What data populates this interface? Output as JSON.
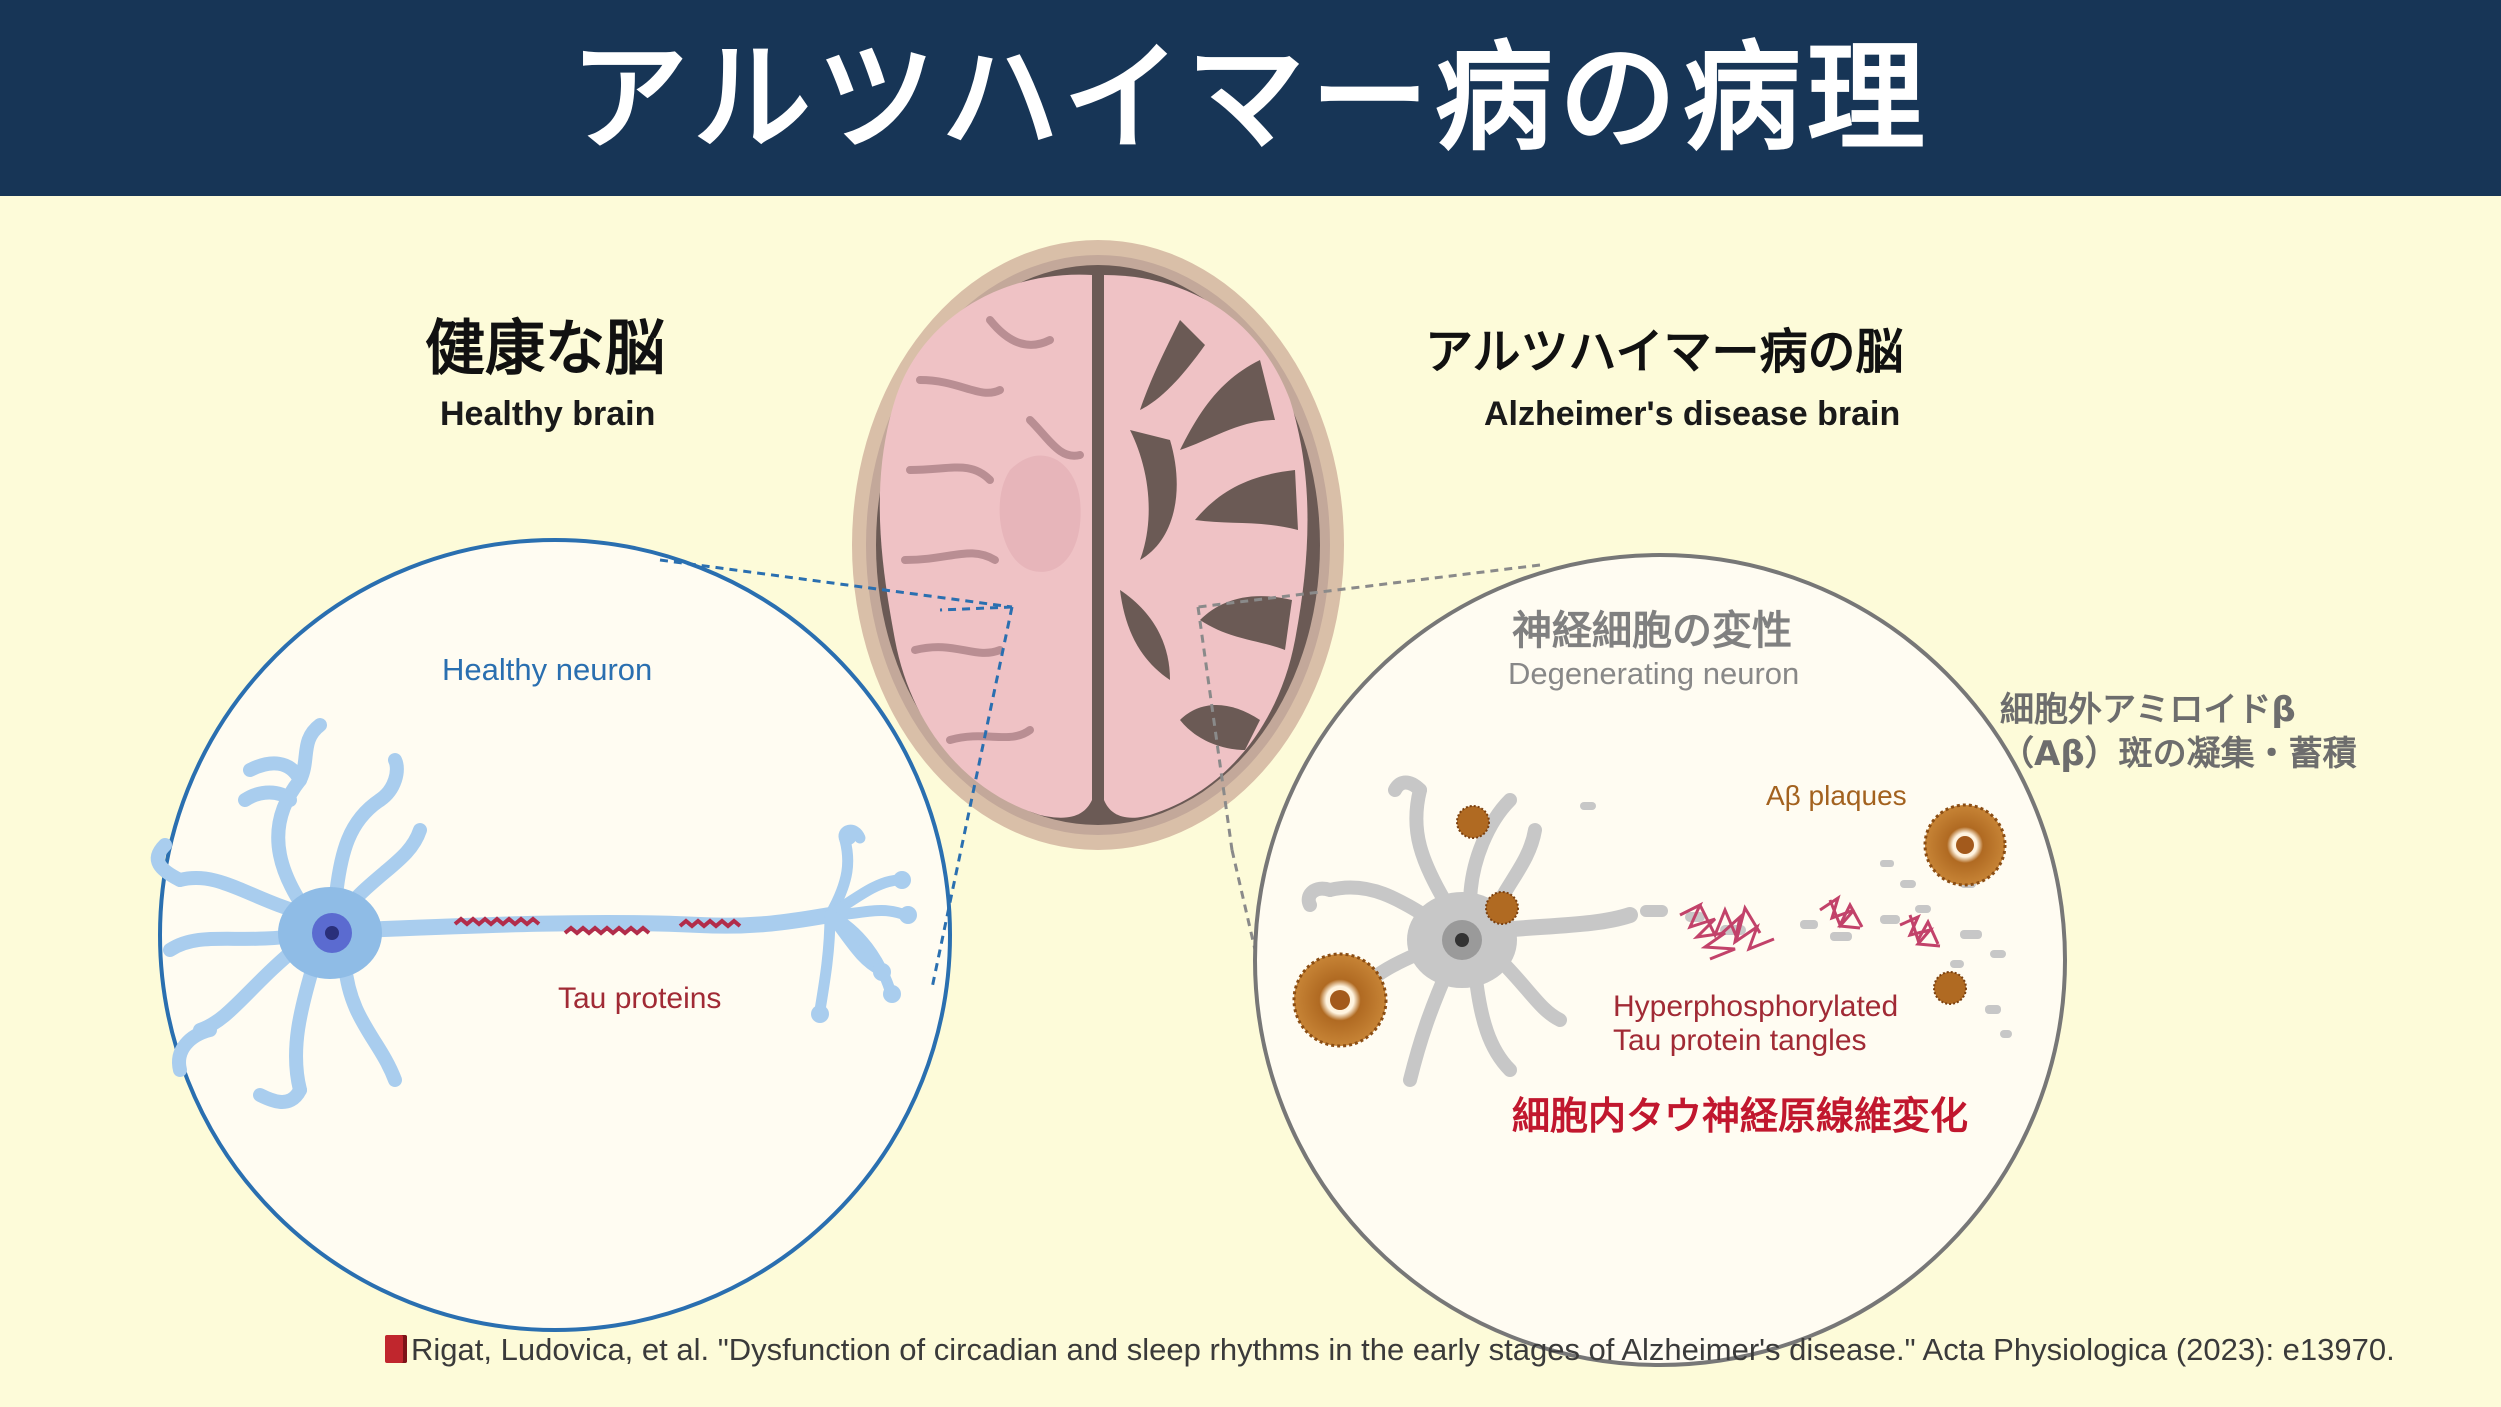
{
  "title": "アルツハイマー病の病理",
  "healthy": {
    "title_jp": "健康な脳",
    "title_en": "Healthy brain",
    "neuron_label": "Healthy neuron",
    "tau_label": "Tau proteins"
  },
  "alzheimer": {
    "title_jp": "アルツハイマー病の脳",
    "title_en": "Alzheimer's disease brain",
    "degen_jp": "神経細胞の変性",
    "degen_en": "Degenerating neuron",
    "plaques_label": "Aβ plaques",
    "amyloid_jp_line1": "細胞外アミロイドβ",
    "amyloid_jp_line2": "（Aβ）斑の凝集・蓄積",
    "tangles_line1": "Hyperphosphorylated",
    "tangles_line2": "Tau protein tangles",
    "tangles_jp": "細胞内タウ神経原線維変化"
  },
  "citation": "Rigat, Ludovica, et al. \"Dysfunction of circadian and sleep rhythms in the early stages of Alzheimer's disease.\" Acta Physiologica (2023): e13970.",
  "colors": {
    "header_bg": "#173556",
    "page_bg": "#fdfbd9",
    "healthy_blue": "#2a6fb0",
    "tau_red": "#a12a35",
    "tangle_jp_red": "#c1172e",
    "degen_gray": "#808080",
    "plaque_brown": "#a3621f",
    "brain_pink": "#efc2c5",
    "brain_dark": "#6b5a55"
  },
  "icons": [
    "book-icon"
  ]
}
